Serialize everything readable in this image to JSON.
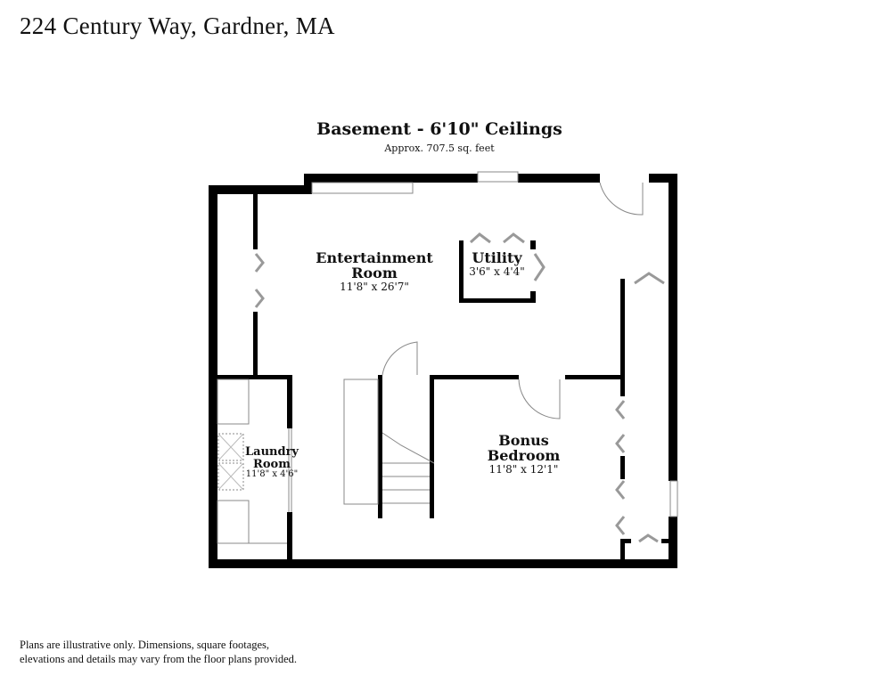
{
  "title": "224 Century Way, Gardner, MA",
  "floor": {
    "name": "Basement - 6'10\" Ceilings",
    "area": "Approx. 707.5 sq. feet"
  },
  "rooms": [
    {
      "name_line1": "Entertainment",
      "name_line2": "Room",
      "dims": "11'8\" x 26'7\""
    },
    {
      "name_line1": "Utility",
      "name_line2": "",
      "dims": "3'6\" x 4'4\""
    },
    {
      "name_line1": "Laundry",
      "name_line2": "Room",
      "dims": "11'8\" x 4'6\""
    },
    {
      "name_line1": "Bonus",
      "name_line2": "Bedroom",
      "dims": "11'8\" x 12'1\""
    }
  ],
  "disclaimer_line1": "Plans are illustrative only. Dimensions, square footages,",
  "disclaimer_line2": "elevations and details may vary from the floor plans provided.",
  "colors": {
    "wall": "#000000",
    "background": "#ffffff",
    "fixture": "#999999"
  }
}
